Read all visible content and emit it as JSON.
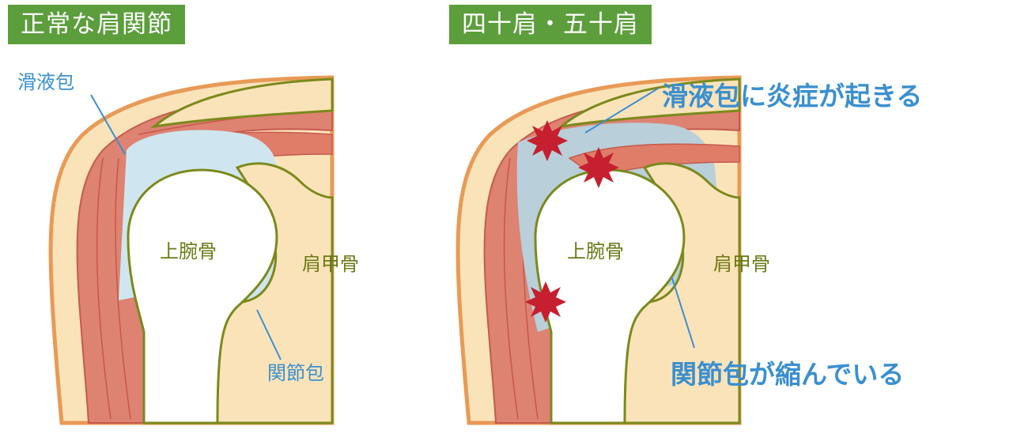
{
  "normal": {
    "title": "正常な肩関節",
    "labels": {
      "bursa": "滑液包",
      "humerus": "上腕骨",
      "scapula": "肩甲骨",
      "capsule": "関節包"
    }
  },
  "frozen": {
    "title": "四十肩・五十肩",
    "labels": {
      "humerus": "上腕骨",
      "scapula": "肩甲骨",
      "bursitis_note": "滑液包に炎症が起きる",
      "capsule_note": "関節包が縮んでいる"
    }
  },
  "colors": {
    "banner": "#5b9e3b",
    "skin": "#fbe3b9",
    "muscle": "#de8272",
    "bursa_normal": "#cfe6f0",
    "bursa_inflamed": "#b9cfd9",
    "bone_outline": "#7a8a1c",
    "inflammation": "#c61f2f",
    "label_blue": "#3a8fd0",
    "label_green": "#6a7a16"
  }
}
